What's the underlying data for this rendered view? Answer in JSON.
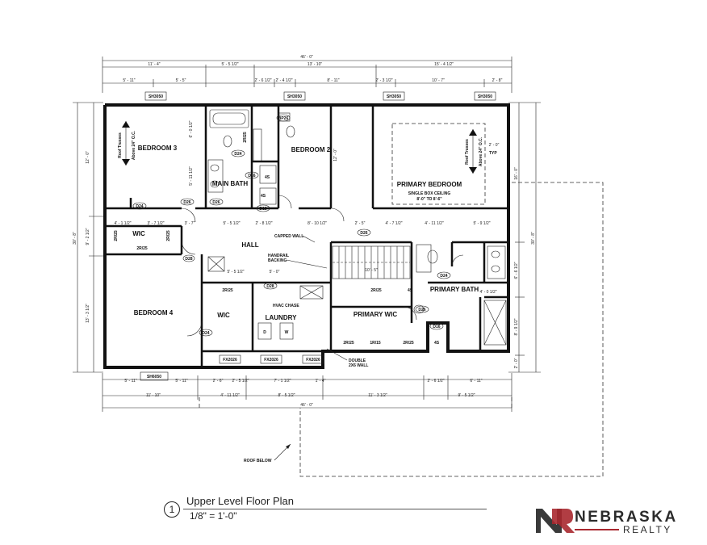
{
  "plan": {
    "rooms": {
      "bedroom3": "BEDROOM 3",
      "bedroom2": "BEDROOM 2",
      "primary_bedroom": "PRIMARY BEDROOM",
      "main_bath": "MAIN BATH",
      "wic_left": "WIC",
      "hall": "HALL",
      "bedroom4": "BEDROOM 4",
      "wic_lower": "WIC",
      "laundry": "LAUNDRY",
      "primary_wic": "PRIMARY WIC",
      "primary_bath": "PRIMARY BATH"
    },
    "notes": {
      "ceiling_1": "SINGLE BOX CEILING",
      "ceiling_2": "8'-0\" TO 8'-6\"",
      "capped_wall": "CAPPED WALL",
      "handrail_1": "HANDRAIL",
      "handrail_2": "BACKING",
      "hvac": "HVAC CHASE",
      "double_1": "DOUBLE",
      "double_2": "2X6 WALL",
      "roof_below": "ROOF BELOW",
      "truss_1": "Roof Trusses",
      "truss_2": "Above 24\" O.C.",
      "typ": "TYP"
    },
    "windows": {
      "w1": "SH3050",
      "w2": "SH3050",
      "w3": "SH3050",
      "w4": "SH3050",
      "w5": "SH6050",
      "w6": "FX2026",
      "w7": "FX2026",
      "w8": "FX2026"
    },
    "doors": {
      "d24a": "D24",
      "d26a": "D26",
      "d24b": "D24",
      "d26b": "D26",
      "d16": "D16",
      "d18": "D18",
      "d28a": "D28",
      "d28b": "D28",
      "d26c": "D26",
      "d24c": "D24",
      "d26d": "D26",
      "d24d": "D24",
      "d16b": "D16",
      "bp": "BP26"
    },
    "shelves": {
      "s1": "2R/25",
      "s2": "2R/25",
      "s3": "2R/25",
      "s4": "4S",
      "s5": "2R/25",
      "s6": "1R/15",
      "s7": "2R/25",
      "s8": "4S",
      "s9": "4S",
      "s10": "4S",
      "s11": "2R/25",
      "s12": "2R/25",
      "s13": "2R/25"
    },
    "appliances": {
      "dryer": "D",
      "washer": "W"
    },
    "dims": {
      "overall_top": "46' - 0\"",
      "t1": "11' - 4\"",
      "t2": "5' - 5 1/2\"",
      "t3": "13' - 10\"",
      "t4": "15' - 4 1/2\"",
      "t5": "5' - 11\"",
      "t6": "5' - 5\"",
      "t7": "2' - 6 1/2\"",
      "t8": "2' - 4 1/2\"",
      "t9": "8' - 11\"",
      "t10": "2' - 3 1/2\"",
      "t11": "10' - 7\"",
      "t12": "2' - 8\"",
      "overall_bottom": "46' - 0\"",
      "b1": "5' - 11\"",
      "b2": "5' - 11\"",
      "b3": "2' - 6\"",
      "b4": "2' - 5 1/2\"",
      "b5": "7' - 1 1/2\"",
      "b6": "1' - 4\"",
      "b7": "2' - 6 1/2\"",
      "b8": "6' - 11\"",
      "b9": "11' - 10\"",
      "b10": "4' - 11 1/2\"",
      "b11": "8' - 5 1/2\"",
      "b12": "11' - 3 1/2\"",
      "b13": "9' - 5 1/2\"",
      "left_overall": "30' - 8\"",
      "l1": "12' - 0\"",
      "l2": "9' - 2 1/2\"",
      "l3": "13' - 3 1/2\"",
      "right_overall": "30' - 8\"",
      "r1": "16' - 0\"",
      "r2": "6' - 6 1/2\"",
      "r3": "8' - 9 1/2\"",
      "r4": "2' - 0\"",
      "i1": "6' - 0 1/2\"",
      "i2": "5' - 11 1/2\"",
      "i3": "12' - 0\"",
      "i4": "5' - 5 1/2\"",
      "i5": "2' - 8 1/2\"",
      "i6": "8' - 10 1/2\"",
      "i7": "2' - 5\"",
      "i8": "4' - 7 1/2\"",
      "i9": "4' - 11 1/2\"",
      "i10": "5' - 9 1/2\"",
      "i11": "4' - 1 1/2\"",
      "i12": "3' - 7 1/2\"",
      "i13": "3' - 7\"",
      "i14": "5' - 5 1/2\"",
      "i15": "5' - 0\"",
      "i16": "10' - 5\"",
      "i17": "2' - 0\"",
      "i18": "4' - 0 1/2\""
    }
  },
  "caption": {
    "number": "1",
    "title": "Upper Level Floor Plan",
    "scale": "1/8\" = 1'-0\""
  },
  "logo": {
    "name": "NEBRASKA",
    "sub": "REALTY",
    "accent": "#a9282f"
  }
}
